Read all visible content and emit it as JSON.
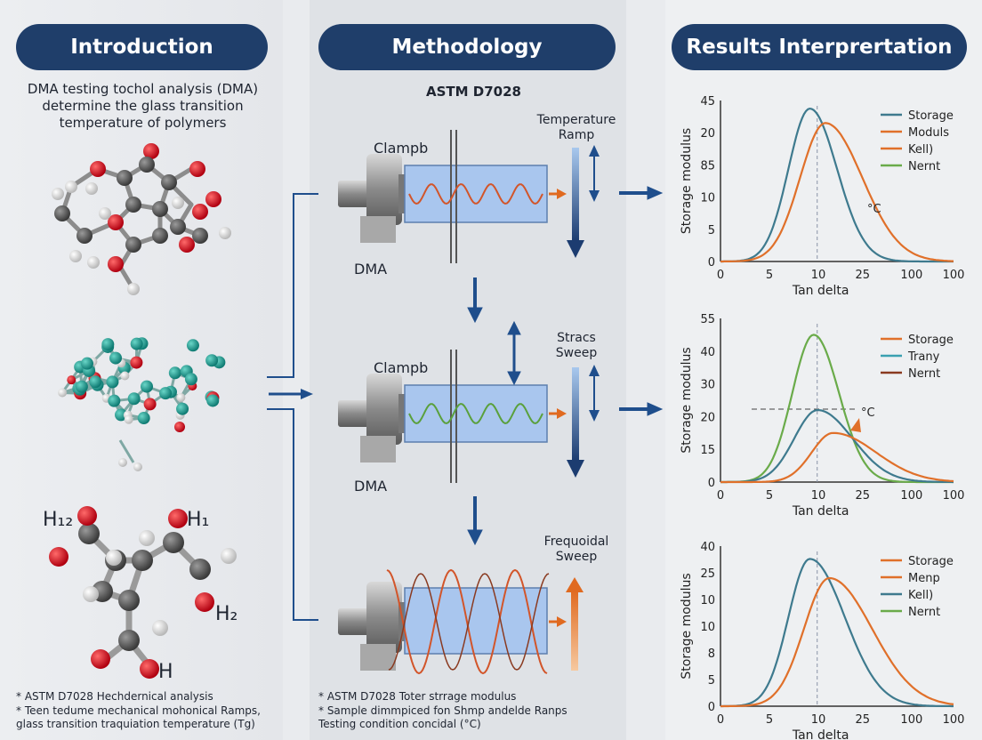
{
  "headers": {
    "intro": "Introduction",
    "method": "Methodology",
    "results": "Results Interprertation"
  },
  "intro": {
    "text": "DMA testing tochol analysis (DMA) determine the glass transition temperature of polymers",
    "formula": {
      "h12": "H₁₂",
      "h1": "H₁",
      "h2": "H₂",
      "h": "H"
    },
    "footnotes": [
      "* ASTM D7028 Hechdernical analysis",
      "* Teen tedume mechanical mohonical Ramps, glass transition traquiation temperature (Tg)"
    ]
  },
  "method": {
    "standard": "ASTM D7028",
    "panels": [
      {
        "clamp": "Clampb",
        "device": "DMA",
        "ramp": "Temperature Ramp",
        "wave_color": "#d2552a"
      },
      {
        "clamp": "Clampb",
        "device": "DMA",
        "ramp": "Stracs Sweep",
        "wave_color": "#5aa03c"
      },
      {
        "clamp": "",
        "device": "",
        "ramp": "Frequoidal Sweep",
        "wave_color": "#d2552a"
      }
    ],
    "footnotes": [
      "* ASTM D7028 Toter strrage modulus",
      "* Sample dimmpiced fon Shmp andelde Ranps Testing condition concidal (°C)"
    ]
  },
  "colors": {
    "header": "#1f3e6a",
    "arrow": "#1f4e8c",
    "teal": "#3e7a8e",
    "orange": "#e0702a",
    "green": "#6aab4a",
    "brown": "#8a3a20"
  },
  "chart_data": [
    {
      "type": "line",
      "ylabel": "Storage modulus",
      "xlabel": "Tan delta",
      "xticks": [
        "0",
        "5",
        "10",
        "25",
        "100",
        "100"
      ],
      "yticks": [
        "0",
        "5",
        "10",
        "85",
        "20",
        "45"
      ],
      "annotation": "°C",
      "legend": [
        {
          "name": "Storage",
          "color": "#3e7a8e"
        },
        {
          "name": "Moduls",
          "color": "#e0702a"
        },
        {
          "name": "Kell)",
          "color": "#e0702a"
        },
        {
          "name": "Nernt",
          "color": "#6aab4a"
        }
      ],
      "series": [
        {
          "color": "#3e7a8e",
          "center": 2.3,
          "height": 0.95,
          "sigma_left": 0.55,
          "sigma_right": 0.7
        },
        {
          "color": "#e0702a",
          "center": 2.7,
          "height": 0.86,
          "sigma_left": 0.65,
          "sigma_right": 0.95
        }
      ]
    },
    {
      "type": "line",
      "ylabel": "Storage modulus",
      "xlabel": "Tan delta",
      "xticks": [
        "0",
        "5",
        "10",
        "25",
        "100",
        "100"
      ],
      "yticks": [
        "0",
        "15",
        "20",
        "30",
        "40",
        "55"
      ],
      "annotation": "°C",
      "legend": [
        {
          "name": "Storage",
          "color": "#e0702a"
        },
        {
          "name": "Trany",
          "color": "#3aa0b0"
        },
        {
          "name": "Nernt",
          "color": "#8a3a20"
        }
      ],
      "series": [
        {
          "color": "#6aab4a",
          "center": 2.4,
          "height": 0.9,
          "sigma_left": 0.55,
          "sigma_right": 0.65
        },
        {
          "color": "#3e7a8e",
          "center": 2.5,
          "height": 0.44,
          "sigma_left": 0.6,
          "sigma_right": 0.9
        },
        {
          "color": "#e0702a",
          "center": 2.9,
          "height": 0.3,
          "sigma_left": 0.55,
          "sigma_right": 1.1
        }
      ]
    },
    {
      "type": "line",
      "ylabel": "Storage modulus",
      "xlabel": "Tan delta",
      "xticks": [
        "0",
        "5",
        "10",
        "25",
        "100",
        "100"
      ],
      "yticks": [
        "0",
        "5",
        "8",
        "10",
        "10",
        "25",
        "40"
      ],
      "legend": [
        {
          "name": "Storage",
          "color": "#e0702a"
        },
        {
          "name": "Menp",
          "color": "#e0702a"
        },
        {
          "name": "Kell)",
          "color": "#3e7a8e"
        },
        {
          "name": "Nernt",
          "color": "#6aab4a"
        }
      ],
      "series": [
        {
          "color": "#3e7a8e",
          "center": 2.3,
          "height": 0.92,
          "sigma_left": 0.55,
          "sigma_right": 0.9
        },
        {
          "color": "#e0702a",
          "center": 2.8,
          "height": 0.8,
          "sigma_left": 0.65,
          "sigma_right": 1.1
        }
      ]
    }
  ]
}
